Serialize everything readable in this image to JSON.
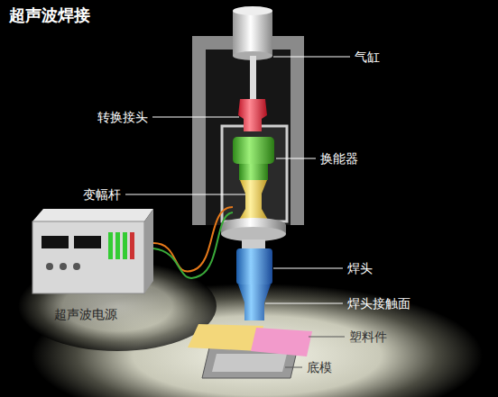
{
  "diagram": {
    "title": "超声波焊接",
    "labels": [
      "气缸",
      "转换接头",
      "换能器",
      "变幅杆",
      "焊头",
      "焊头接触面",
      "超声波电源",
      "塑料件",
      "底模"
    ]
  }
}
